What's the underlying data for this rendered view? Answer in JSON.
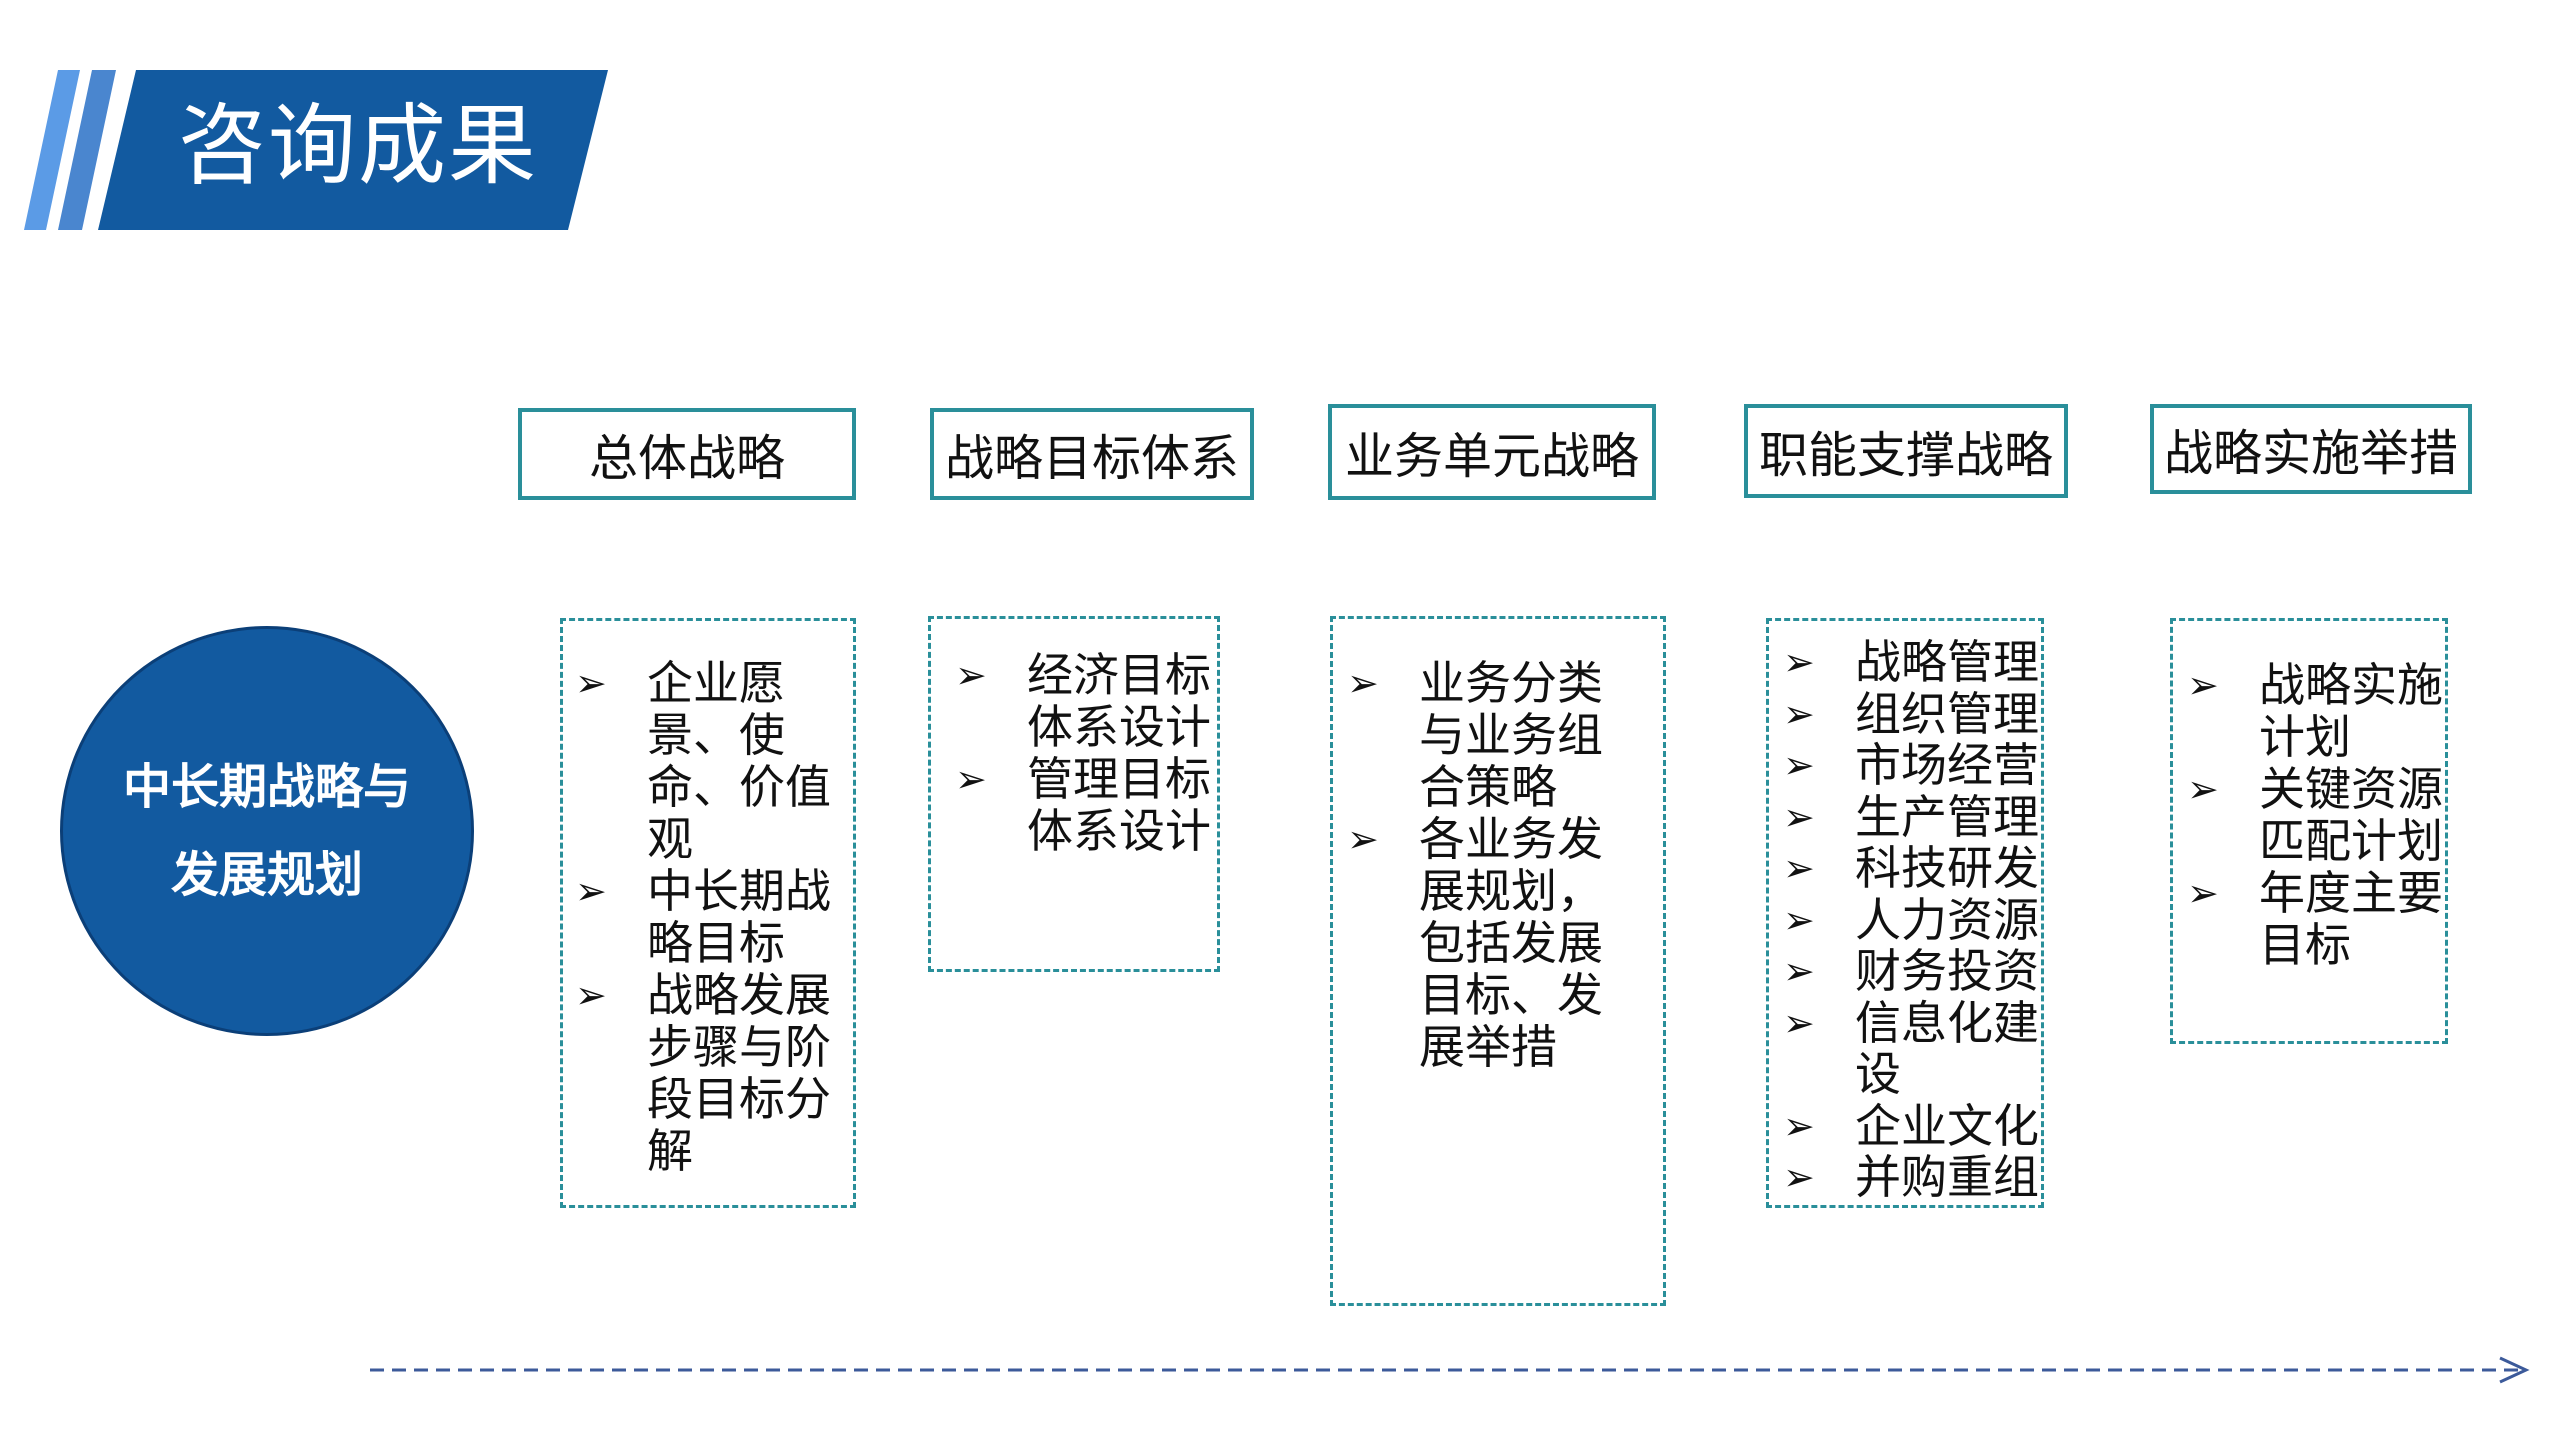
{
  "title": "咨询成果",
  "main_topic": [
    "中长期战略与",
    "发展规划"
  ],
  "categories": [
    {
      "label": "总体战略",
      "items": [
        "企业愿景、使命、价值观",
        "中长期战略目标",
        "战略发展步骤与阶段目标分解"
      ]
    },
    {
      "label": "战略目标体系",
      "items": [
        "经济目标体系设计",
        "管理目标体系设计"
      ]
    },
    {
      "label": "业务单元战略",
      "items": [
        "业务分类与业务组合策略",
        "各业务发展规划，包括发展目标、发展举措"
      ]
    },
    {
      "label": "职能支撑战略",
      "items": [
        "战略管理",
        "组织管理",
        "市场经营",
        "生产管理",
        "科技研发",
        "人力资源",
        "财务投资",
        "信息化建设",
        "企业文化",
        "并购重组"
      ]
    },
    {
      "label": "战略实施举措",
      "items": [
        "战略实施计划",
        "关键资源匹配计划",
        "年度主要目标"
      ]
    }
  ],
  "colors": {
    "primary_blue": "#125aa0",
    "light_blue": "#5b9be6",
    "teal_border": "#2a8f9a",
    "arrow_blue": "#3c5a9a"
  },
  "icons": {
    "bullet": "arrow-bullet-icon"
  }
}
